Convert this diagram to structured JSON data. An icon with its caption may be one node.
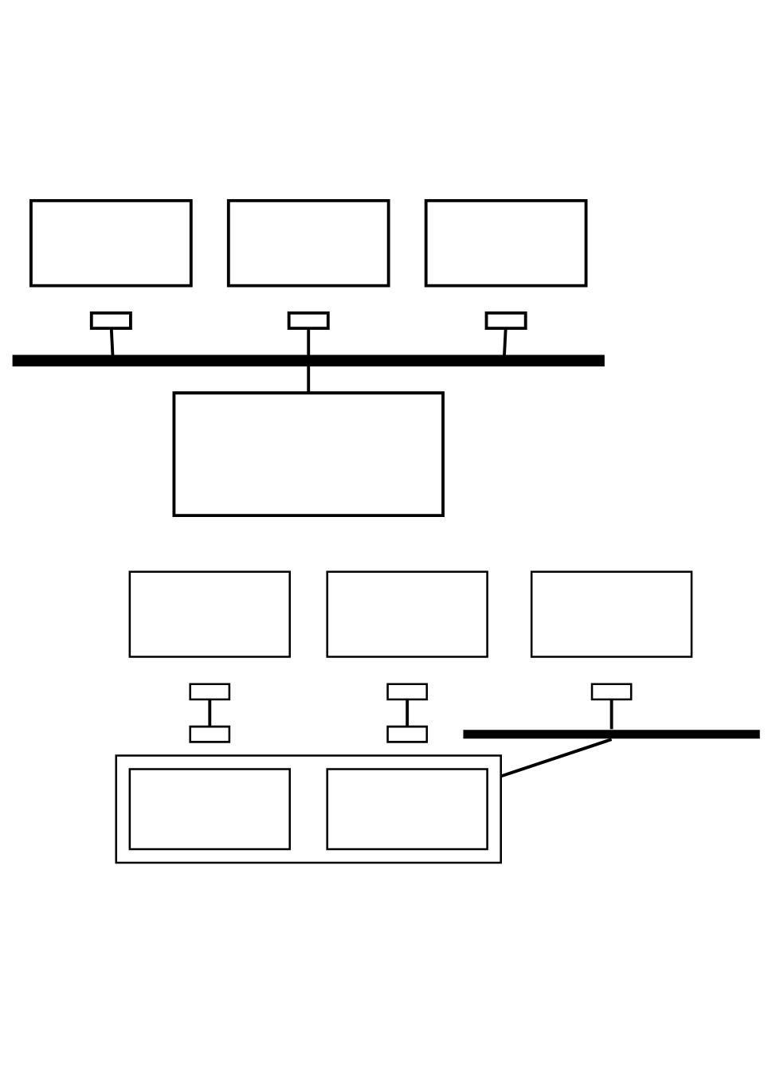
{
  "diagram": {
    "nodes": [
      {
        "text": [],
        "shape": "box"
      },
      {
        "text": [],
        "shape": "box"
      },
      {
        "text": [],
        "shape": "box"
      },
      {
        "text": [],
        "shape": "box"
      },
      {
        "text": [],
        "shape": "box"
      },
      {
        "text": [],
        "shape": "box"
      },
      {
        "text": [],
        "shape": "bar"
      },
      {
        "text": [],
        "shape": "box"
      },
      {
        "text": [],
        "shape": "box"
      },
      {
        "text": [],
        "shape": "box"
      },
      {
        "text": [],
        "shape": "box"
      },
      {
        "text": [],
        "shape": "box"
      },
      {
        "text": [],
        "shape": "box"
      },
      {
        "text": [],
        "shape": "box"
      },
      {
        "text": [],
        "shape": "bar"
      },
      {
        "text": [],
        "shape": "box"
      },
      {
        "text": [],
        "shape": "box"
      },
      {
        "text": [],
        "shape": "box"
      },
      {
        "text": [],
        "shape": "box",
        "in": 17
      },
      {
        "text": [],
        "shape": "box",
        "in": 17
      }
    ],
    "edges": [
      {
        "from": 3,
        "to": 6,
        "arrow": "none"
      },
      {
        "from": 4,
        "to": 6,
        "arrow": "none"
      },
      {
        "from": 5,
        "to": 6,
        "arrow": "none"
      },
      {
        "from": 6,
        "to": 7,
        "arrow": "none"
      },
      {
        "from": 11,
        "to": 15,
        "arrow": "none"
      },
      {
        "from": 12,
        "to": 16,
        "arrow": "none"
      },
      {
        "from": 13,
        "to": 14,
        "arrow": "none"
      },
      {
        "from": 14,
        "to": 17,
        "arrow": "none"
      }
    ]
  }
}
